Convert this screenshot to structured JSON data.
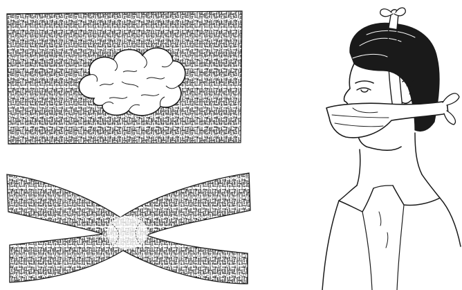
{
  "illustration": {
    "panels": [
      {
        "name": "gauze-cloth-with-cotton",
        "icon": "cotton-wad-on-gauze-icon"
      },
      {
        "name": "crossed-gauze-bandage",
        "icon": "x-shaped-bandage-icon"
      },
      {
        "name": "person-wearing-improvised-mask",
        "icon": "person-profile-mask-icon"
      }
    ],
    "colors": {
      "ink": "#1a1a1a",
      "paper": "#ffffff"
    }
  }
}
